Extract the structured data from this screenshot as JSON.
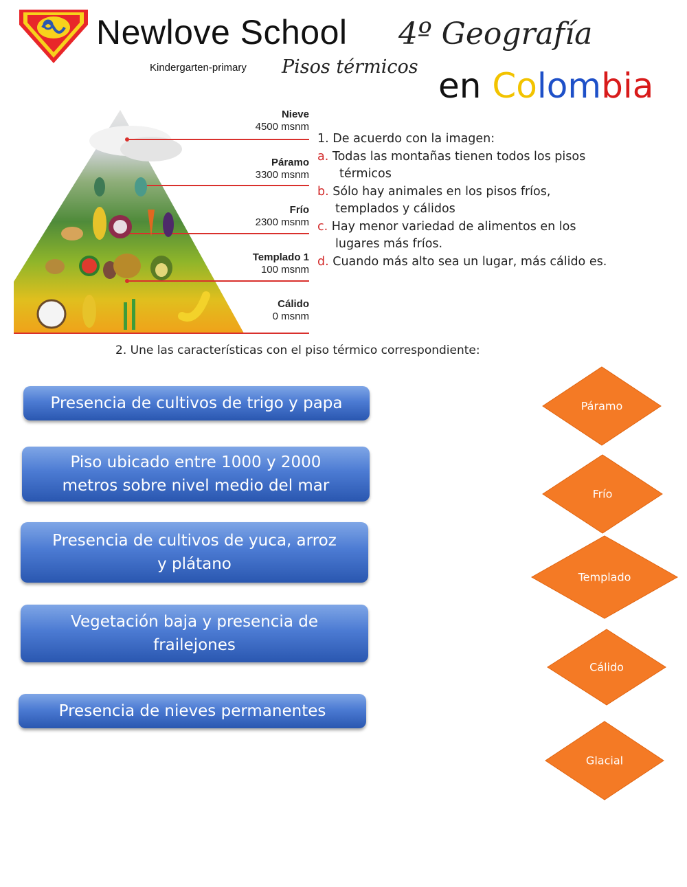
{
  "header": {
    "school_name": "Newlove School",
    "subtitle": "Kindergarten-primary",
    "grade": "4º Geografía",
    "topic": "Pisos térmicos",
    "topic2_parts": [
      "en ",
      "Co",
      "lo",
      "m",
      "bia"
    ]
  },
  "pyramid": {
    "levels": [
      {
        "name": "Nieve",
        "altitude": "4500 msnm"
      },
      {
        "name": "Páramo",
        "altitude": "3300 msnm"
      },
      {
        "name": "Frío",
        "altitude": "2300 msnm"
      },
      {
        "name": "Templado 1",
        "altitude": "100 msnm"
      },
      {
        "name": "Cálido",
        "altitude": "0 msnm"
      }
    ]
  },
  "question1": {
    "prompt": "1. De acuerdo con la imagen:",
    "options": [
      {
        "letter": "a.",
        "line1": " Todas las montañas tienen todos los pisos",
        "line2": "térmicos"
      },
      {
        "letter": "b.",
        "line1": " Sólo hay animales en los pisos fríos,",
        "line2": "templados y cálidos"
      },
      {
        "letter": "c.",
        "line1": " Hay menor variedad de alimentos en los",
        "line2": "lugares más fríos."
      },
      {
        "letter": "d.",
        "line1": " Cuando más alto sea un lugar, más cálido es.",
        "line2": ""
      }
    ]
  },
  "question2": {
    "prompt": "2.  Une las características con el piso térmico correspondiente:"
  },
  "cards": [
    {
      "line1": "Presencia de cultivos de trigo y papa",
      "line2": ""
    },
    {
      "line1": "Piso ubicado entre 1000 y 2000",
      "line2": "metros sobre nivel medio del mar"
    },
    {
      "line1": "Presencia de cultivos de yuca, arroz",
      "line2": "y plátano"
    },
    {
      "line1": "Vegetación baja y presencia de",
      "line2": "frailejones"
    },
    {
      "line1": "Presencia de nieves permanentes",
      "line2": ""
    }
  ],
  "targets": [
    "Páramo",
    "Frío",
    "Templado",
    "Cálido",
    "Glacial"
  ],
  "colors": {
    "card_blue": "#4c7bd3",
    "diamond_orange": "#f47a25",
    "option_letter_red": "#d22b2b"
  }
}
